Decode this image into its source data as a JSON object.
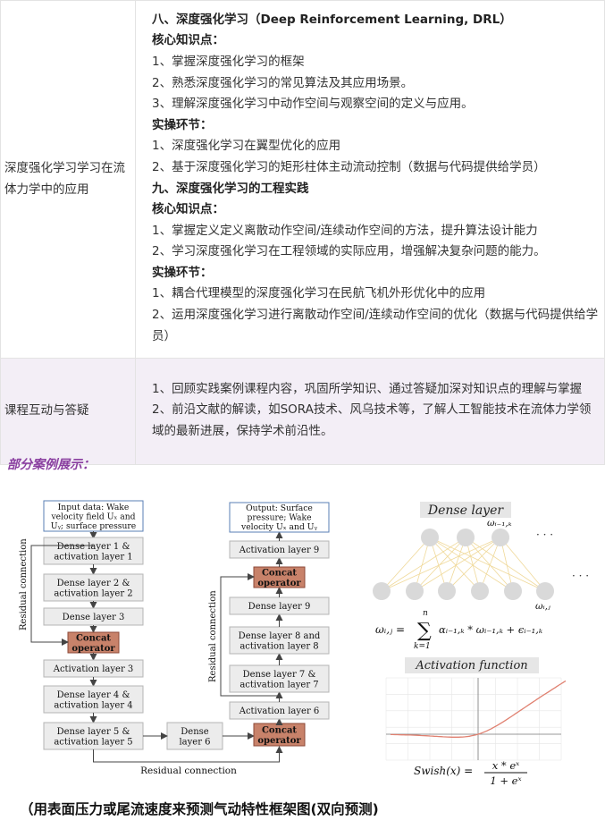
{
  "table": {
    "row1": {
      "left": "深度强化学习学习在流体力学中的应用",
      "lines": [
        {
          "text": "八、深度强化学习（Deep Reinforcement   Learning, DRL）",
          "bold": true
        },
        {
          "text": "核心知识点：",
          "bold": true
        },
        {
          "text": "1、掌握深度强化学习的框架",
          "bold": false
        },
        {
          "text": "2、熟悉深度强化学习的常见算法及其应用场景。",
          "bold": false
        },
        {
          "text": "3、理解深度强化学习中动作空间与观察空间的定义与应用。",
          "bold": false
        },
        {
          "text": "实操环节：",
          "bold": true
        },
        {
          "text": "1、深度强化学习在翼型优化的应用",
          "bold": false
        },
        {
          "text": "2、基于深度强化学习的矩形柱体主动流动控制（数据与代码提供给学员）",
          "bold": false
        },
        {
          "text": "九、深度强化学习的工程实践",
          "bold": true
        },
        {
          "text": "核心知识点：",
          "bold": true
        },
        {
          "text": "1、掌握定义定义离散动作空间/连续动作空间的方法，提升算法设计能力",
          "bold": false
        },
        {
          "text": "2、学习深度强化学习在工程领域的实际应用，增强解决复杂问题的能力。",
          "bold": false
        },
        {
          "text": "实操环节：",
          "bold": true
        },
        {
          "text": "1、耦合代理模型的深度强化学习在民航飞机外形优化中的应用",
          "bold": false
        },
        {
          "text": "2、运用深度强化学习进行离散动作空间/连续动作空间的优化（数据与代码提供给学员）",
          "bold": false
        }
      ]
    },
    "row2": {
      "left": "课程互动与答疑",
      "lines": [
        "1、回顾实践案例课程内容，巩固所学知识、通过答疑加深对知识点的理解与掌握",
        "2、前沿文献的解读，如SORA技术、风乌技术等，了解人工智能技术在流体力学领域的最新进展，保持学术前沿性。"
      ]
    }
  },
  "section_title": "部分案例展示：",
  "flowchart": {
    "input": [
      "Input data: Wake",
      "velocity field Uₓ and",
      "Uᵧ; surface pressure"
    ],
    "left_blocks": [
      [
        "Dense layer 1 &",
        "activation layer 1"
      ],
      [
        "Dense layer 2 &",
        "activation layer 2"
      ],
      [
        "Dense layer 3"
      ],
      [
        "Concat",
        "operator"
      ],
      [
        "Activation layer 3"
      ],
      [
        "Dense layer 4 &",
        "activation layer 4"
      ],
      [
        "Dense layer 5 &",
        "activation layer 5"
      ]
    ],
    "middle_block": [
      "Dense",
      "layer 6"
    ],
    "right_blocks": [
      [
        "Concat",
        "operator"
      ],
      [
        "Activation layer 6"
      ],
      [
        "Dense layer 7 &",
        "activation layer 7"
      ],
      [
        "Dense layer 8 and",
        "activation layer 8"
      ],
      [
        "Dense layer 9"
      ],
      [
        "Concat",
        "operator"
      ],
      [
        "Activation layer 9"
      ]
    ],
    "output": [
      "Output: Surface",
      "pressure; Wake",
      "velocity Uₓ and Uᵧ"
    ],
    "residual_label": "Residual connection"
  },
  "dense_panel": {
    "title": "Dense layer",
    "w_top": "ωᵢ₋₁,ₖ",
    "w_bottom": "ωᵢ,ⱼ",
    "dots": "· · ·",
    "formula_lhs": "ωᵢ,ⱼ =",
    "formula_sum_top": "n",
    "formula_sum_bottom": "k=1",
    "formula_rhs": "αᵢ₋₁,ₖ * ωᵢ₋₁,ₖ + ϵᵢ₋₁,ₖ"
  },
  "activation_panel": {
    "title": "Activation  function",
    "formula_lhs": "Swish(x) =",
    "formula_num": "x * eˣ",
    "formula_den": "1 + eˣ"
  },
  "caption": "（用表面压力或尾流速度来预测气动特性框架图(双向预测)",
  "colors": {
    "section_title": "#8a3fa0",
    "concat_fill": "#c8826a",
    "row2_bg": "#f3eef6",
    "swish_curve": "#e08070"
  }
}
